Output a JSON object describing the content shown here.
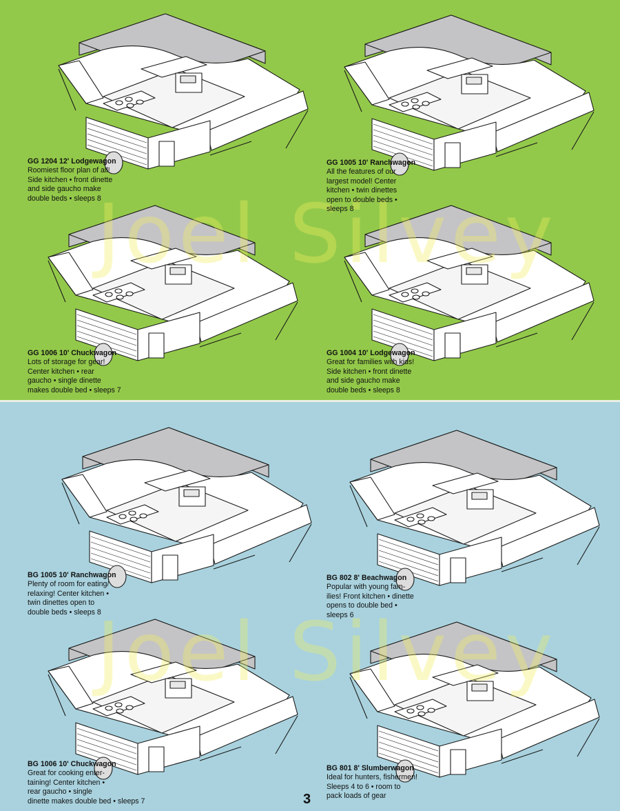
{
  "colors": {
    "top_panel": "#93c94a",
    "bottom_panel": "#a9d2de",
    "watermark": "#f2ef5f",
    "roof": "#c4c4c6",
    "outline": "#1a1a1a"
  },
  "watermark": "Joel Silvey",
  "page_number": "3",
  "models": [
    {
      "code": "GG 1204",
      "size": "12'",
      "name": "Lodgewagon",
      "lines": [
        "Roomiest floor plan of all!",
        "Side kitchen • front dinette",
        "and side gaucho make",
        "double beds • sleeps 8"
      ]
    },
    {
      "code": "GG 1005",
      "size": "10'",
      "name": "Ranchwagon",
      "lines": [
        "All the features of our",
        "largest model! Center",
        "kitchen • twin dinettes",
        "open to double beds •",
        "sleeps 8"
      ]
    },
    {
      "code": "GG 1006",
      "size": "10'",
      "name": "Chuckwagon",
      "lines": [
        "Lots of storage for gear!",
        "Center kitchen • rear",
        "gaucho • single dinette",
        "makes double bed • sleeps 7"
      ]
    },
    {
      "code": "GG 1004",
      "size": "10'",
      "name": "Lodgewagon",
      "lines": [
        "Great for families with kids!",
        "Side kitchen • front dinette",
        "and side gaucho make",
        "double beds • sleeps 8"
      ]
    },
    {
      "code": "BG 1005",
      "size": "10'",
      "name": "Ranchwagon",
      "lines": [
        "Plenty of room for eating/",
        "relaxing! Center kitchen •",
        "twin dinettes open to",
        "double beds • sleeps 8"
      ]
    },
    {
      "code": "BG 802",
      "size": "8'",
      "name": "Beachwagon",
      "lines": [
        "Popular with young fam-",
        "ilies! Front kitchen • dinette",
        "opens to double bed •",
        "sleeps 6"
      ]
    },
    {
      "code": "BG 1006",
      "size": "10'",
      "name": "Chuckwagon",
      "lines": [
        "Great for cooking enter-",
        "taining! Center kitchen •",
        "rear gaucho • single",
        "dinette makes double bed • sleeps 7"
      ]
    },
    {
      "code": "BG 801",
      "size": "8'",
      "name": "Slumberwagon",
      "lines": [
        "Ideal for hunters, fishermen!",
        "Sleeps 4 to 6 • room to",
        "pack loads of gear"
      ]
    }
  ]
}
